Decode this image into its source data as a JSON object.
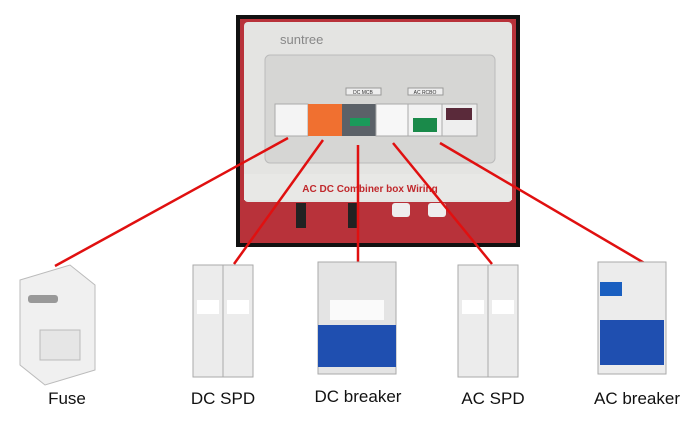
{
  "box": {
    "brand": "suntree",
    "dc_label": "DC MCB",
    "ac_label": "AC RCBO",
    "title": "AC DC Combiner box Wiring"
  },
  "components": [
    {
      "label": "Fuse"
    },
    {
      "label": "DC SPD"
    },
    {
      "label": "DC breaker"
    },
    {
      "label": "AC SPD"
    },
    {
      "label": "AC breaker"
    }
  ],
  "colors": {
    "arrow": "#e01010",
    "box_bg": "#b8323a",
    "spd_orange": "#f07030",
    "breaker_blue": "#1f4fb0"
  }
}
